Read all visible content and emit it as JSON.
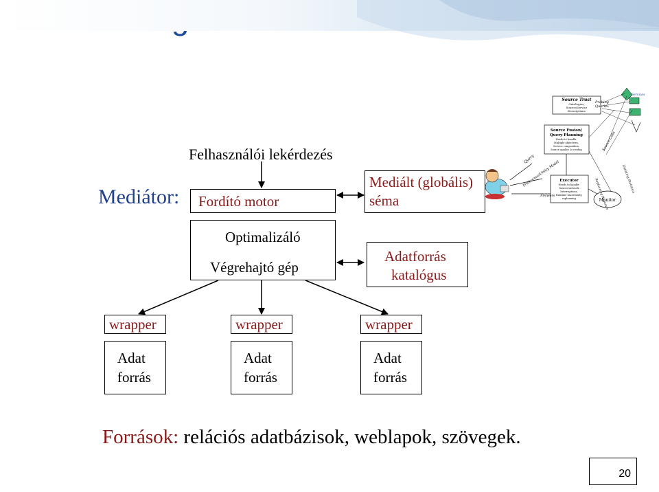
{
  "title": "Virtuális integrátor architektúra",
  "mediator_label": "Mediátor:",
  "query_label": "Felhasználói lekérdezés",
  "translator_label": "Fordító motor",
  "schema_label_line1": "Mediált (globális)",
  "schema_label_line2": "séma",
  "optimizer_label": "Optimalizáló",
  "executor_label": "Végrehajtó gép",
  "catalog_line1": "Adatforrás",
  "catalog_line2": "katalógus",
  "wrappers": [
    {
      "wrapper_label": "wrapper",
      "source_line1": "Adat",
      "source_line2": "forrás"
    },
    {
      "wrapper_label": "wrapper",
      "source_line1": "Adat",
      "source_line2": "forrás"
    },
    {
      "wrapper_label": "wrapper",
      "source_line1": "Adat",
      "source_line2": "forrás"
    }
  ],
  "footer_label": "Források:",
  "footer_text": "relációs adatbázisok, weblapok, szövegek.",
  "page_number": "20",
  "inset": {
    "source_trust_title": "Source Trust",
    "source_trust_sub1": "Ontologies;",
    "source_trust_sub2": "Source/Service",
    "source_trust_sub3": "Descriptions",
    "probing": "Probing",
    "queries": "Queries",
    "services": "Services",
    "fusion_title1": "Source Fusion/",
    "fusion_title2": "Query Planning",
    "fusion_sub1": "Needs to handle:",
    "fusion_sub2": "Multiple objectives,",
    "fusion_sub3": "Service composition,",
    "fusion_sub4": "Source quality & overlap",
    "executor_title": "Executor",
    "executor_sub1": "Needs to handle:",
    "executor_sub2": "Source/network",
    "executor_sub3": "Interruptions,",
    "executor_sub4": "Runtime uncertainty,",
    "executor_sub5": "replanning",
    "monitor": "Monitor",
    "query": "Query",
    "preference": "Preference/Utility Model",
    "answers": "Answers",
    "source_calls": "Source Calls",
    "replanning": "Replanning Requests",
    "updating": "Updating Statistics"
  }
}
